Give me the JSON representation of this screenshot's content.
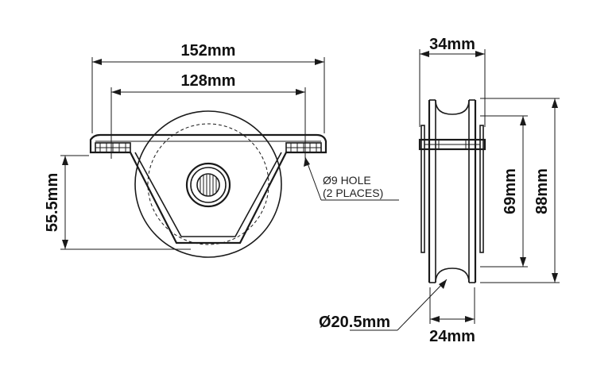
{
  "front_view": {
    "overall_width": "152mm",
    "hole_spacing": "128mm",
    "axle_height": "55.5mm",
    "hole_note_line1": "Ø9 HOLE",
    "hole_note_line2": "(2 PLACES)"
  },
  "side_view": {
    "overall_thickness": "34mm",
    "inner_height": "69mm",
    "overall_diameter": "88mm",
    "groove_diameter": "Ø20.5mm",
    "hub_width": "24mm"
  }
}
